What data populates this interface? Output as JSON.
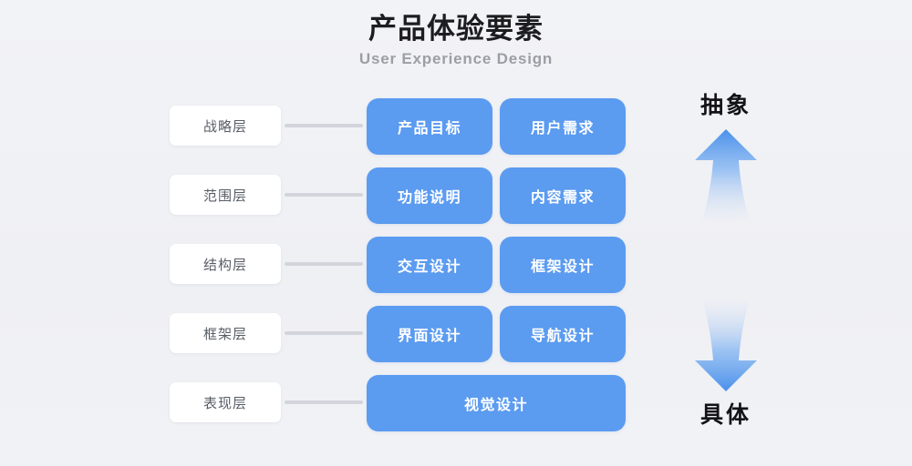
{
  "header": {
    "title": "产品体验要素",
    "subtitle": "User Experience Design"
  },
  "colors": {
    "background": "#f0f1f5",
    "card": "#ffffff",
    "box_blue": "#5b9bf0",
    "connector": "#d2d5dc",
    "title_text": "#1d1d1f",
    "subtitle_text": "#9b9ea5",
    "layer_text": "#585d66",
    "box_text": "#ffffff",
    "axis_text": "#131316"
  },
  "diagram": {
    "rows": [
      {
        "layer": "战略层",
        "boxes": [
          "产品目标",
          "用户需求"
        ]
      },
      {
        "layer": "范围层",
        "boxes": [
          "功能说明",
          "内容需求"
        ]
      },
      {
        "layer": "结构层",
        "boxes": [
          "交互设计",
          "框架设计"
        ]
      },
      {
        "layer": "框架层",
        "boxes": [
          "界面设计",
          "导航设计"
        ]
      },
      {
        "layer": "表现层",
        "boxes": [
          "视觉设计"
        ]
      }
    ]
  },
  "axis": {
    "top_label": "抽象",
    "bottom_label": "具体",
    "up_arrow_icon": "arrow-up-icon",
    "down_arrow_icon": "arrow-down-icon"
  }
}
